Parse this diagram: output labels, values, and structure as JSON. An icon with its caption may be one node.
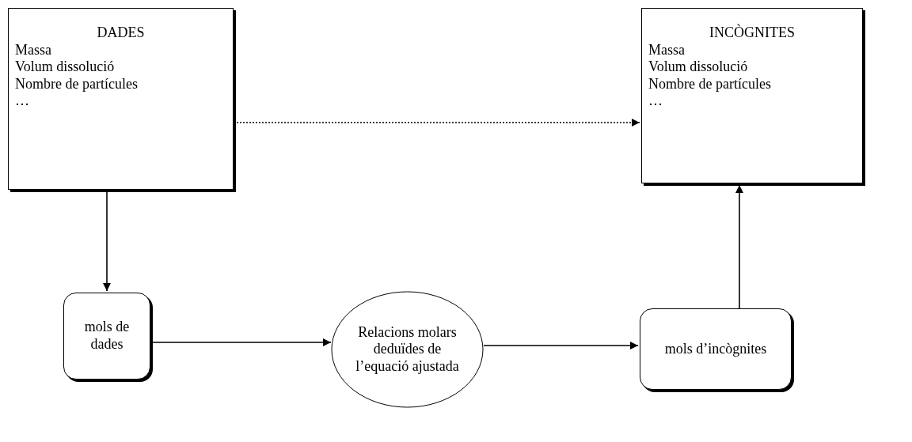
{
  "diagram": {
    "nodes": [
      {
        "text": [
          "DADES",
          "Massa",
          "Volum dissolució",
          "Nombre de partícules",
          "…"
        ]
      },
      {
        "text": [
          "INCÒGNITES",
          "Massa",
          "Volum dissolució",
          "Nombre de partícules",
          "…"
        ]
      },
      {
        "text": [
          "mols de dades"
        ]
      },
      {
        "text": [
          "Relacions molars deduïdes de l’equació ajustada"
        ]
      },
      {
        "text": [
          "mols d’incògnites"
        ]
      }
    ],
    "edges": [
      {
        "from": 0,
        "to": 1,
        "arrow": "to",
        "style": "dashed"
      },
      {
        "from": 0,
        "to": 2,
        "arrow": "to"
      },
      {
        "from": 2,
        "to": 3,
        "arrow": "to"
      },
      {
        "from": 3,
        "to": 4,
        "arrow": "to"
      },
      {
        "from": 4,
        "to": 1,
        "arrow": "to"
      }
    ]
  }
}
